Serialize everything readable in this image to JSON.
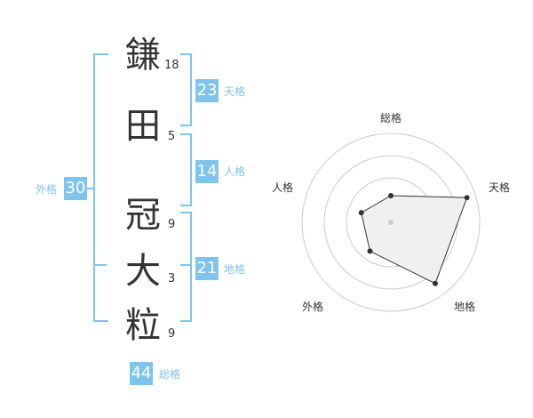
{
  "colors": {
    "accent": "#7fc4ee",
    "text": "#333333",
    "radar_fill": "#f0f0f0",
    "radar_line": "#333333",
    "grid": "#cccccc"
  },
  "name": {
    "characters": [
      {
        "char": "鎌",
        "strokes": "18"
      },
      {
        "char": "田",
        "strokes": "5"
      },
      {
        "char": "冠",
        "strokes": "9"
      },
      {
        "char": "大",
        "strokes": "3"
      },
      {
        "char": "粒",
        "strokes": "9"
      }
    ]
  },
  "fortune": {
    "tenkaku": {
      "value": "23",
      "label": "天格"
    },
    "jinkaku": {
      "value": "14",
      "label": "人格"
    },
    "chikaku": {
      "value": "21",
      "label": "地格"
    },
    "gaikaku": {
      "value": "30",
      "label": "外格"
    },
    "soukaku": {
      "value": "44",
      "label": "総格"
    }
  },
  "radar": {
    "axes": [
      "総格",
      "天格",
      "地格",
      "外格",
      "人格"
    ],
    "scores": [
      0.3,
      0.9,
      0.85,
      0.4,
      0.35
    ],
    "rings": 4
  }
}
